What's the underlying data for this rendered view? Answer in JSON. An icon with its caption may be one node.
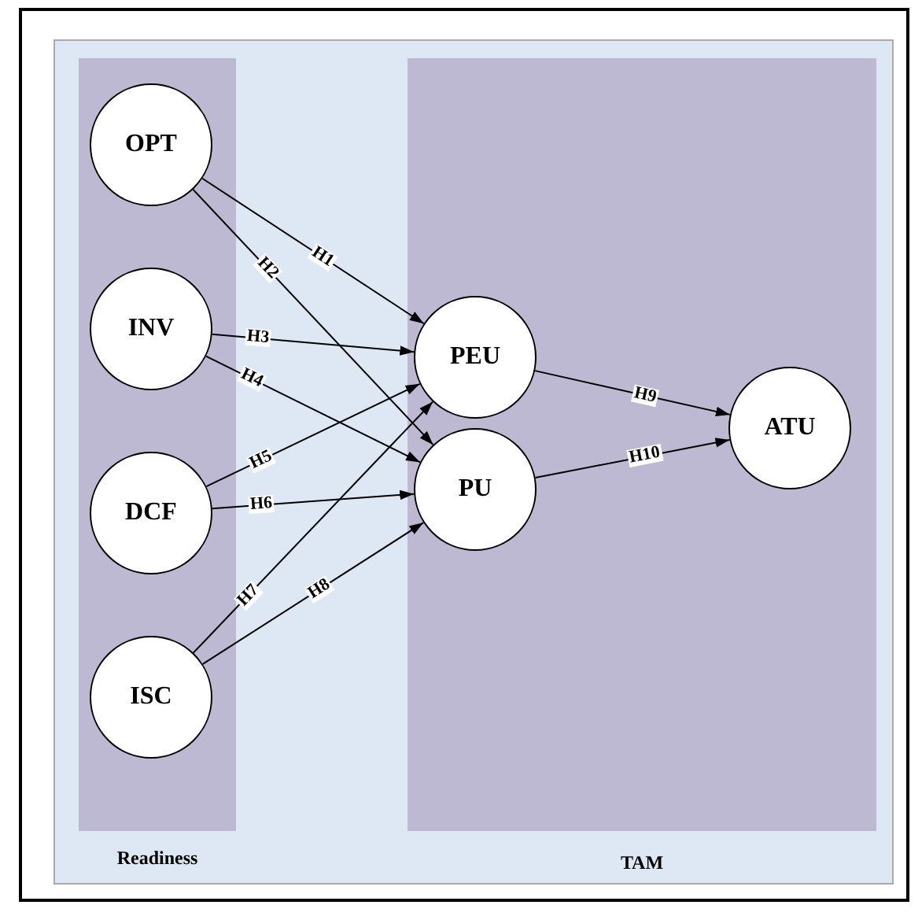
{
  "diagram": {
    "nodes": [
      {
        "text": [
          "Readiness"
        ]
      },
      {
        "text": [
          "OPT"
        ],
        "in": 0
      },
      {
        "text": [
          "INV"
        ],
        "in": 0
      },
      {
        "text": [
          "DCF"
        ],
        "in": 0
      },
      {
        "text": [
          "ISC"
        ],
        "in": 0
      },
      {
        "text": [
          "TAM"
        ]
      },
      {
        "text": [
          "PEU"
        ],
        "in": 5
      },
      {
        "text": [
          "PU"
        ],
        "in": 5
      },
      {
        "text": [
          "ATU"
        ],
        "in": 5
      }
    ],
    "edges": [
      {
        "from": 1,
        "to": 6,
        "arrow": "to",
        "label": "H1"
      },
      {
        "from": 1,
        "to": 7,
        "arrow": "to",
        "label": "H2"
      },
      {
        "from": 2,
        "to": 6,
        "arrow": "to",
        "label": "H3"
      },
      {
        "from": 2,
        "to": 7,
        "arrow": "to",
        "label": "H4"
      },
      {
        "from": 3,
        "to": 6,
        "arrow": "to",
        "label": "H5"
      },
      {
        "from": 3,
        "to": 7,
        "arrow": "to",
        "label": "H6"
      },
      {
        "from": 4,
        "to": 6,
        "arrow": "to",
        "label": "H7"
      },
      {
        "from": 4,
        "to": 7,
        "arrow": "to",
        "label": "H8"
      },
      {
        "from": 6,
        "to": 8,
        "arrow": "to",
        "label": "H9"
      },
      {
        "from": 7,
        "to": 8,
        "arrow": "to",
        "label": "H10"
      }
    ]
  }
}
